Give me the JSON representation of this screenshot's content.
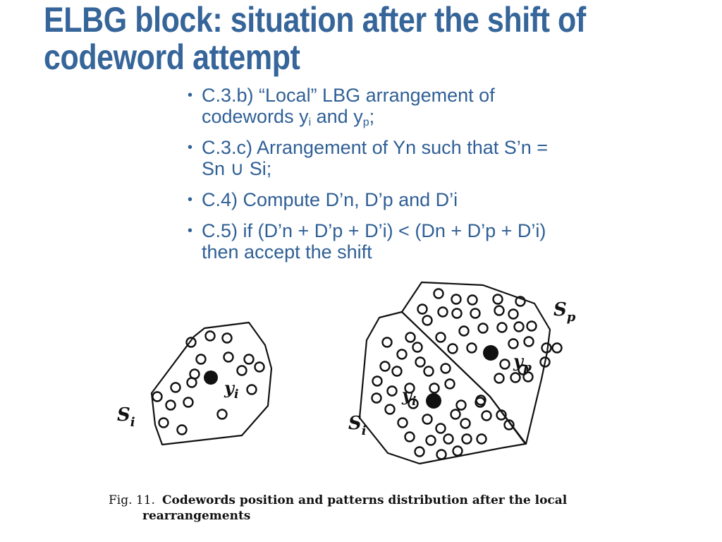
{
  "slide": {
    "title_line1": "ELBG block: situation after the shift of",
    "title_line2": "codeword attempt"
  },
  "bullets": [
    {
      "part1": "C.3.b) “Local” LBG arrangement of codewords y",
      "sub1": "i",
      "part2": " and y",
      "sub2": "p",
      "part3": ";"
    },
    {
      "text": "C.3.c) Arrangement of Yn such that S’n = Sn ∪ Si;"
    },
    {
      "text": "C.4) Compute  D’n, D’p and D’i"
    },
    {
      "text": "C.5) if (D’n + D’p + D’i) < (Dn + D’p + D’i) then accept the shift"
    }
  ],
  "figure": {
    "labels": {
      "left_region": "S",
      "left_region_sub": "i",
      "left_codeword": "y",
      "left_codeword_sub": "i",
      "right_region_i": "S",
      "right_region_i_sub": "i",
      "right_region_p": "S",
      "right_region_p_sub": "p",
      "right_codeword_i": "y",
      "right_codeword_i_sub": "i",
      "right_codeword_p": "y",
      "right_codeword_p_sub": "p"
    },
    "caption_label": "Fig. 11.",
    "caption_line1": "Codewords position and patterns distribution after the local",
    "caption_line2": "rearrangements"
  }
}
